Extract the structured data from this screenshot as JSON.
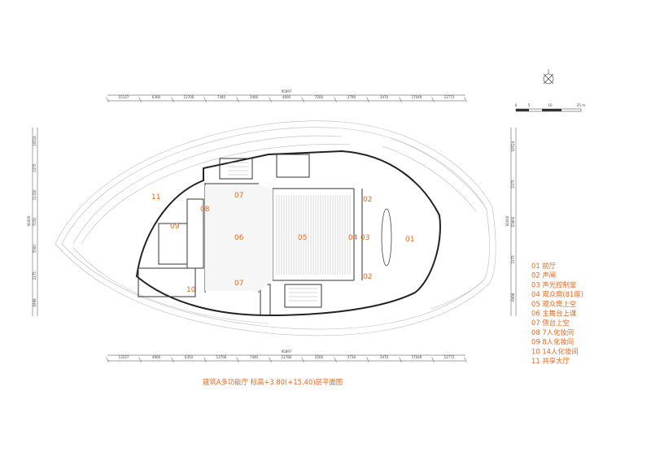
{
  "caption": "建筑A多功能厅 标高+3.80(+15.40)层平面图",
  "top_total": "95897",
  "top_dims": [
    "15127",
    "6300",
    "13700",
    "7440",
    "3400",
    "4600",
    "7200",
    "2790",
    "3470",
    "17049",
    "12773"
  ],
  "bottom_total": "95897",
  "bottom_dims": [
    "13227",
    "4900",
    "6350",
    "13700",
    "7440",
    "12780",
    "2500",
    "2730",
    "3470",
    "17049",
    "12772"
  ],
  "left_total": "92000",
  "left_dims": [
    "10524",
    "2375",
    "11150",
    "7150",
    "5500",
    "2375",
    "6998"
  ],
  "right_total": "92000",
  "right_dims": [
    "10524",
    "2375",
    "23800",
    "2375",
    "6998"
  ],
  "scale_ticks": [
    "0",
    "5",
    "10",
    "25 m"
  ],
  "rooms": [
    {
      "num": "01",
      "name": "前厅"
    },
    {
      "num": "02",
      "name": "声闸"
    },
    {
      "num": "03",
      "name": "声光控制室"
    },
    {
      "num": "04",
      "name": "观众席(81座)"
    },
    {
      "num": "05",
      "name": "观众席上空"
    },
    {
      "num": "06",
      "name": "主舞台上课"
    },
    {
      "num": "07",
      "name": "侧台上空"
    },
    {
      "num": "08",
      "name": "7人化妆间"
    },
    {
      "num": "09",
      "name": "8人化妆间"
    },
    {
      "num": "10",
      "name": "14人化妆间"
    },
    {
      "num": "11",
      "name": "共享大厅"
    }
  ],
  "plan_labels": [
    "11",
    "07",
    "02",
    "08",
    "09",
    "06",
    "05",
    "04",
    "03",
    "01",
    "02",
    "07",
    "10"
  ]
}
